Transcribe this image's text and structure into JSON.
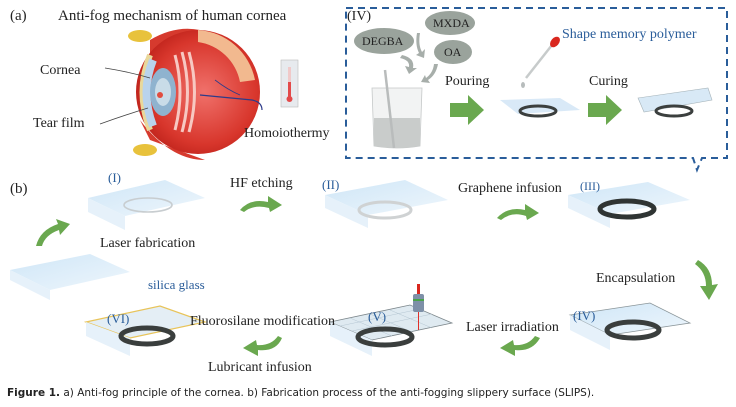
{
  "panel_a": {
    "tag": "(a)",
    "title": "Anti-fog mechanism of human cornea",
    "labels": {
      "cornea": "Cornea",
      "tear_film": "Tear film",
      "homoiothermy": "Homoiothermy"
    }
  },
  "inset": {
    "tag": "(IV)",
    "reagents": [
      "DEGBA",
      "MXDA",
      "OA"
    ],
    "title": "Shape memory polymer",
    "steps": [
      "Pouring",
      "Curing"
    ],
    "colors": {
      "border": "#2a5d9a",
      "arrow": "#6aa84f",
      "ellipse": "#9aa39c"
    }
  },
  "panel_b": {
    "tag": "(b)",
    "substrate": "silica glass",
    "stages": [
      "(I)",
      "(II)",
      "(III)",
      "(IV)",
      "(V)",
      "(VI)"
    ],
    "processes": {
      "laser_fabrication": "Laser fabrication",
      "hf_etching": "HF etching",
      "graphene_infusion": "Graphene infusion",
      "encapsulation": "Encapsulation",
      "laser_irradiation": "Laser irradiation",
      "fluorosilane": "Fluorosilane modification",
      "lubricant": "Lubricant infusion"
    }
  },
  "caption": {
    "label": "Figure 1.",
    "text": " a) Anti-fog principle of the cornea. b) Fabrication process of the anti-fogging slippery surface (SLIPS)."
  }
}
